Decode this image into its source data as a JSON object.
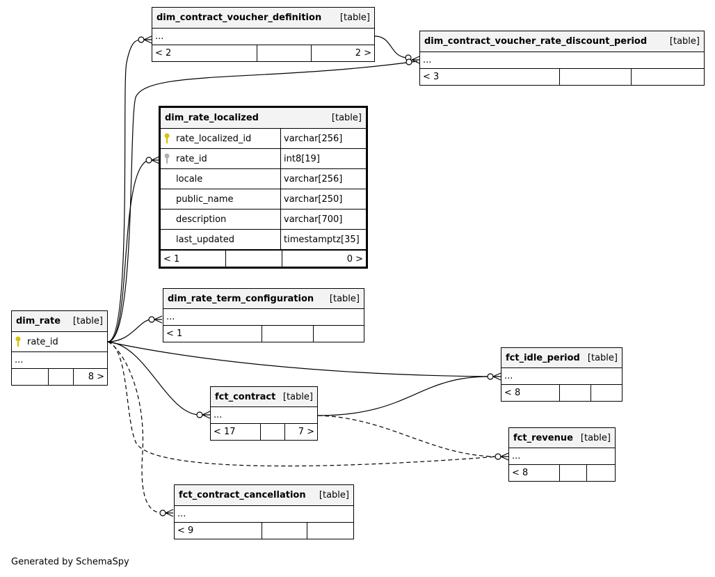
{
  "footer_text": "Generated by SchemaSpy",
  "tables": {
    "dim_contract_voucher_definition": {
      "name": "dim_contract_voucher_definition",
      "kind": "[table]",
      "ellipsis": "...",
      "parents": "< 2",
      "children": "2 >"
    },
    "dim_contract_voucher_rate_discount_period": {
      "name": "dim_contract_voucher_rate_discount_period",
      "kind": "[table]",
      "ellipsis": "...",
      "parents": "< 3",
      "children": ""
    },
    "dim_rate_localized": {
      "name": "dim_rate_localized",
      "kind": "[table]",
      "columns": [
        {
          "name": "rate_localized_id",
          "type": "varchar[256]",
          "key": "primary"
        },
        {
          "name": "rate_id",
          "type": "int8[19]",
          "key": "foreign"
        },
        {
          "name": "locale",
          "type": "varchar[256]",
          "key": ""
        },
        {
          "name": "public_name",
          "type": "varchar[250]",
          "key": ""
        },
        {
          "name": "description",
          "type": "varchar[700]",
          "key": ""
        },
        {
          "name": "last_updated",
          "type": "timestamptz[35]",
          "key": ""
        }
      ],
      "parents": "< 1",
      "children": "0 >"
    },
    "dim_rate_term_configuration": {
      "name": "dim_rate_term_configuration",
      "kind": "[table]",
      "ellipsis": "...",
      "parents": "< 1",
      "children": ""
    },
    "dim_rate": {
      "name": "dim_rate",
      "kind": "[table]",
      "pk_column": "rate_id",
      "ellipsis": "...",
      "parents": "",
      "children": "8 >"
    },
    "fct_idle_period": {
      "name": "fct_idle_period",
      "kind": "[table]",
      "ellipsis": "...",
      "parents": "< 8",
      "children": ""
    },
    "fct_contract": {
      "name": "fct_contract",
      "kind": "[table]",
      "ellipsis": "...",
      "parents": "< 17",
      "children": "7 >"
    },
    "fct_revenue": {
      "name": "fct_revenue",
      "kind": "[table]",
      "ellipsis": "...",
      "parents": "< 8",
      "children": ""
    },
    "fct_contract_cancellation": {
      "name": "fct_contract_cancellation",
      "kind": "[table]",
      "ellipsis": "...",
      "parents": "< 9",
      "children": ""
    }
  },
  "colors": {
    "border": "#000000",
    "header_bg": "#f3f3f3",
    "primary_key": "#d4c400",
    "foreign_key": "#b0b0b0"
  }
}
